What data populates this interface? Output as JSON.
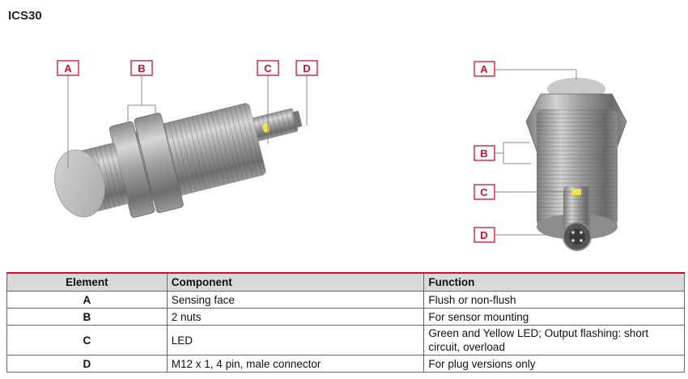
{
  "title": "ICS30",
  "callouts": {
    "left_a": "A",
    "left_b": "B",
    "left_c": "C",
    "left_d": "D",
    "right_a": "A",
    "right_b": "B",
    "right_c": "C",
    "right_d": "D"
  },
  "table": {
    "headers": [
      "Element",
      "Component",
      "Function"
    ],
    "rows": [
      [
        "A",
        "Sensing face",
        "Flush or non-flush"
      ],
      [
        "B",
        "2 nuts",
        "For sensor mounting"
      ],
      [
        "C",
        "LED",
        "Green and Yellow LED; Output flashing: short circuit, overload"
      ],
      [
        "D",
        "M12 x 1, 4 pin, male connector",
        "For plug versions only"
      ]
    ]
  },
  "colors": {
    "accent_red": "#c8102e",
    "header_gray": "#d9d9d9",
    "led_yellow": "#f2e34a"
  }
}
